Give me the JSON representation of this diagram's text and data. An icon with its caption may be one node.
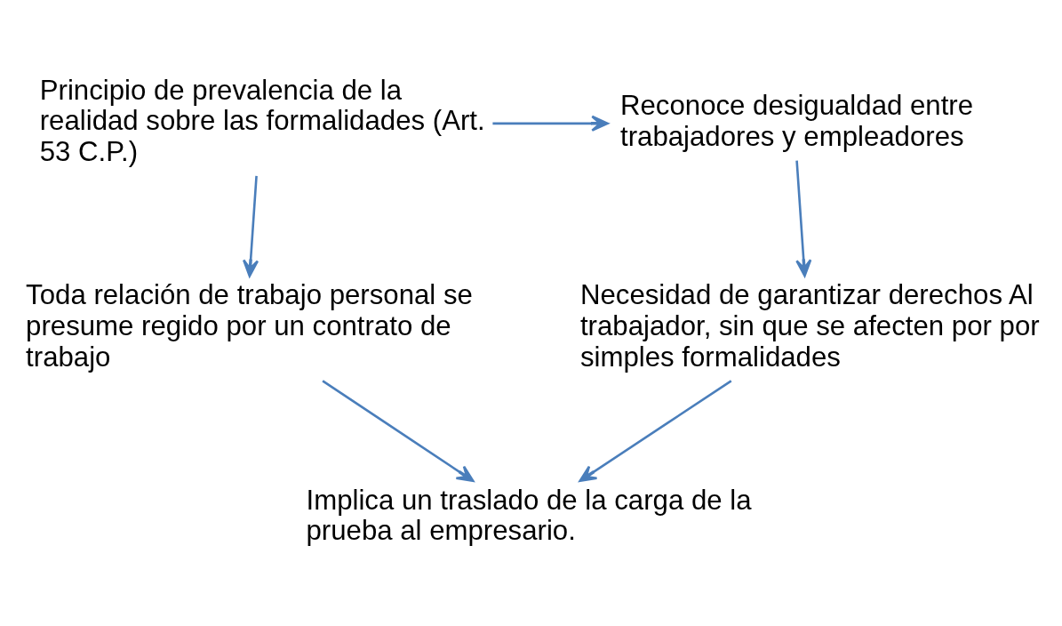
{
  "diagram": {
    "nodes": [
      {
        "text": [
          "Principio de prevalencia de la realidad sobre las formalidades (Art. 53 C.P.)"
        ]
      },
      {
        "text": [
          "Reconoce desigualdad entre trabajadores y empleadores"
        ]
      },
      {
        "text": [
          "Toda relación de trabajo personal se presume regido por un contrato de trabajo"
        ]
      },
      {
        "text": [
          "Necesidad de garantizar derechos Al trabajador, sin que se afecten por por simples formalidades"
        ]
      },
      {
        "text": [
          "Implica un traslado de la carga de la prueba al empresario."
        ]
      }
    ],
    "edges": [
      {
        "from": 0,
        "to": 1,
        "arrow": "to"
      },
      {
        "from": 0,
        "to": 2,
        "arrow": "to"
      },
      {
        "from": 1,
        "to": 3,
        "arrow": "to"
      },
      {
        "from": 2,
        "to": 4,
        "arrow": "to"
      },
      {
        "from": 3,
        "to": 4,
        "arrow": "to"
      }
    ]
  }
}
